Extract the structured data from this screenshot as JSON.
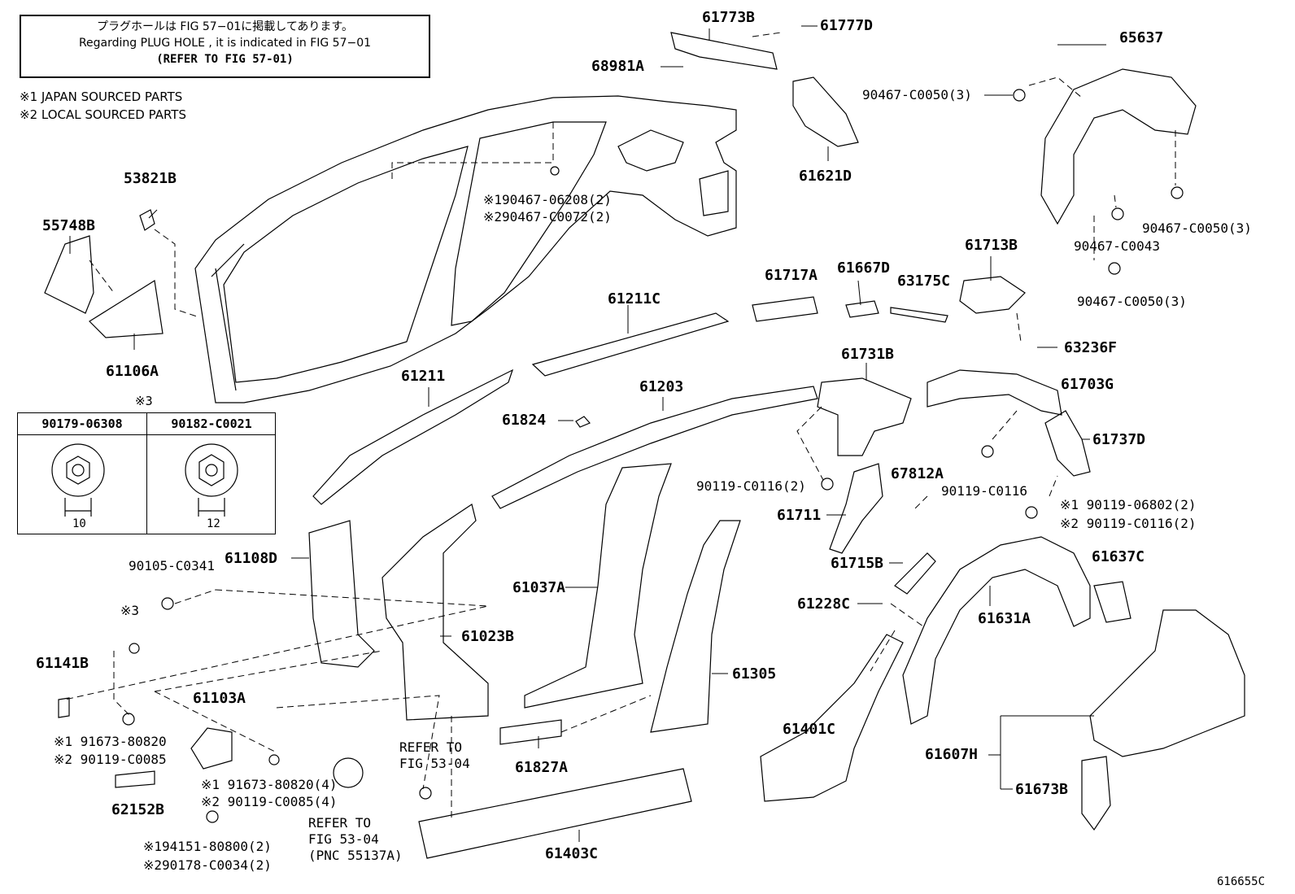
{
  "note_box": {
    "line1": "プラグホールは FIG 57−01に掲載してあります。",
    "line2": "Regarding  PLUG  HOLE , it is indicated in  FIG  57−01",
    "line3": "(REFER TO FIG 57-01)"
  },
  "sourcing": {
    "japan": "※1 JAPAN SOURCED PARTS",
    "local": "※2 LOCAL SOURCED PARTS"
  },
  "nut_table": {
    "ref": "※3",
    "columns": [
      {
        "part": "90179-06308",
        "dim": "10"
      },
      {
        "part": "90182-C0021",
        "dim": "12"
      }
    ]
  },
  "part_labels": {
    "p61773B": "61773B",
    "p61777D": "61777D",
    "p68981A": "68981A",
    "p65637": "65637",
    "p90467_C0050_3a": "90467-C0050(3)",
    "p61621D": "61621D",
    "p53821B": "53821B",
    "p55748B": "55748B",
    "p61106A": "61106A",
    "bolt_top_1": "※190467-06208(2)",
    "bolt_top_2": "※290467-C0072(2)",
    "p90467_C0050_3b": "90467-C0050(3)",
    "p90467_C0043": "90467-C0043",
    "p90467_C0050_3c": "90467-C0050(3)",
    "p61713B": "61713B",
    "p61717A": "61717A",
    "p61667D": "61667D",
    "p63175C": "63175C",
    "p61211C": "61211C",
    "p63236F": "63236F",
    "p61731B": "61731B",
    "p61703G": "61703G",
    "p61211": "61211",
    "p61203": "61203",
    "p61824": "61824",
    "p61737D": "61737D",
    "p90119_C0116_2": "90119-C0116(2)",
    "p67812A": "67812A",
    "p90119_C0116": "90119-C0116",
    "p61711": "61711",
    "bolt_right_1": "※1 90119-06802(2)",
    "bolt_right_2": "※2 90119-C0116(2)",
    "p61108D": "61108D",
    "p61715B": "61715B",
    "p61637C": "61637C",
    "p90105_C0341": "90105-C0341",
    "p61037A": "61037A",
    "p61228C": "61228C",
    "p61631A": "61631A",
    "ref3": "※3",
    "p61023B": "61023B",
    "p61141B": "61141B",
    "p61305": "61305",
    "p61103A": "61103A",
    "p61401C": "61401C",
    "bolt_left_1": "※1 91673-80820",
    "bolt_left_2": "※2 90119-C0085",
    "refer_53_04_a_1": "REFER TO",
    "refer_53_04_a_2": "FIG 53-04",
    "p61827A": "61827A",
    "p61607H": "61607H",
    "p62152B": "62152B",
    "bolt_mid_1": "※1 91673-80820(4)",
    "bolt_mid_2": "※2 90119-C0085(4)",
    "p61673B": "61673B",
    "refer_53_04_b_1": "REFER TO",
    "refer_53_04_b_2": "FIG 53-04",
    "refer_53_04_b_3": "(PNC 55137A)",
    "p61403C": "61403C",
    "nut_bottom_1": "※194151-80800(2)",
    "nut_bottom_2": "※290178-C0034(2)",
    "illustration_id": "616655C"
  }
}
